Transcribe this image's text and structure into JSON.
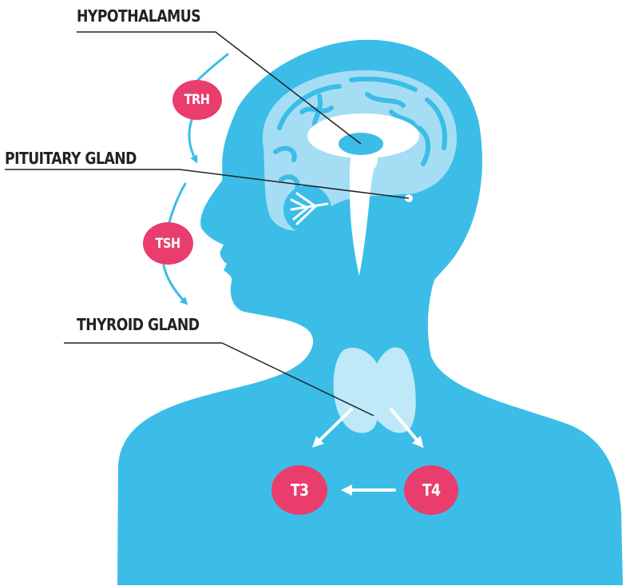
{
  "labels": {
    "hypothalamus": "HYPOTHALAMUS",
    "pituitary": "PITUITARY GLAND",
    "thyroid": "THYROID GLAND"
  },
  "hormones": {
    "trh": "TRH",
    "tsh": "TSH",
    "t3": "T3",
    "t4": "T4"
  },
  "colors": {
    "body": "#3bbde8",
    "brain": "#9fdcf3",
    "brain_highlight": "#ffffff",
    "thyroid": "#bfe9f8",
    "badge": "#e93d6e",
    "arrow": "#3bbde8",
    "line": "#222222",
    "text": "#222222"
  }
}
